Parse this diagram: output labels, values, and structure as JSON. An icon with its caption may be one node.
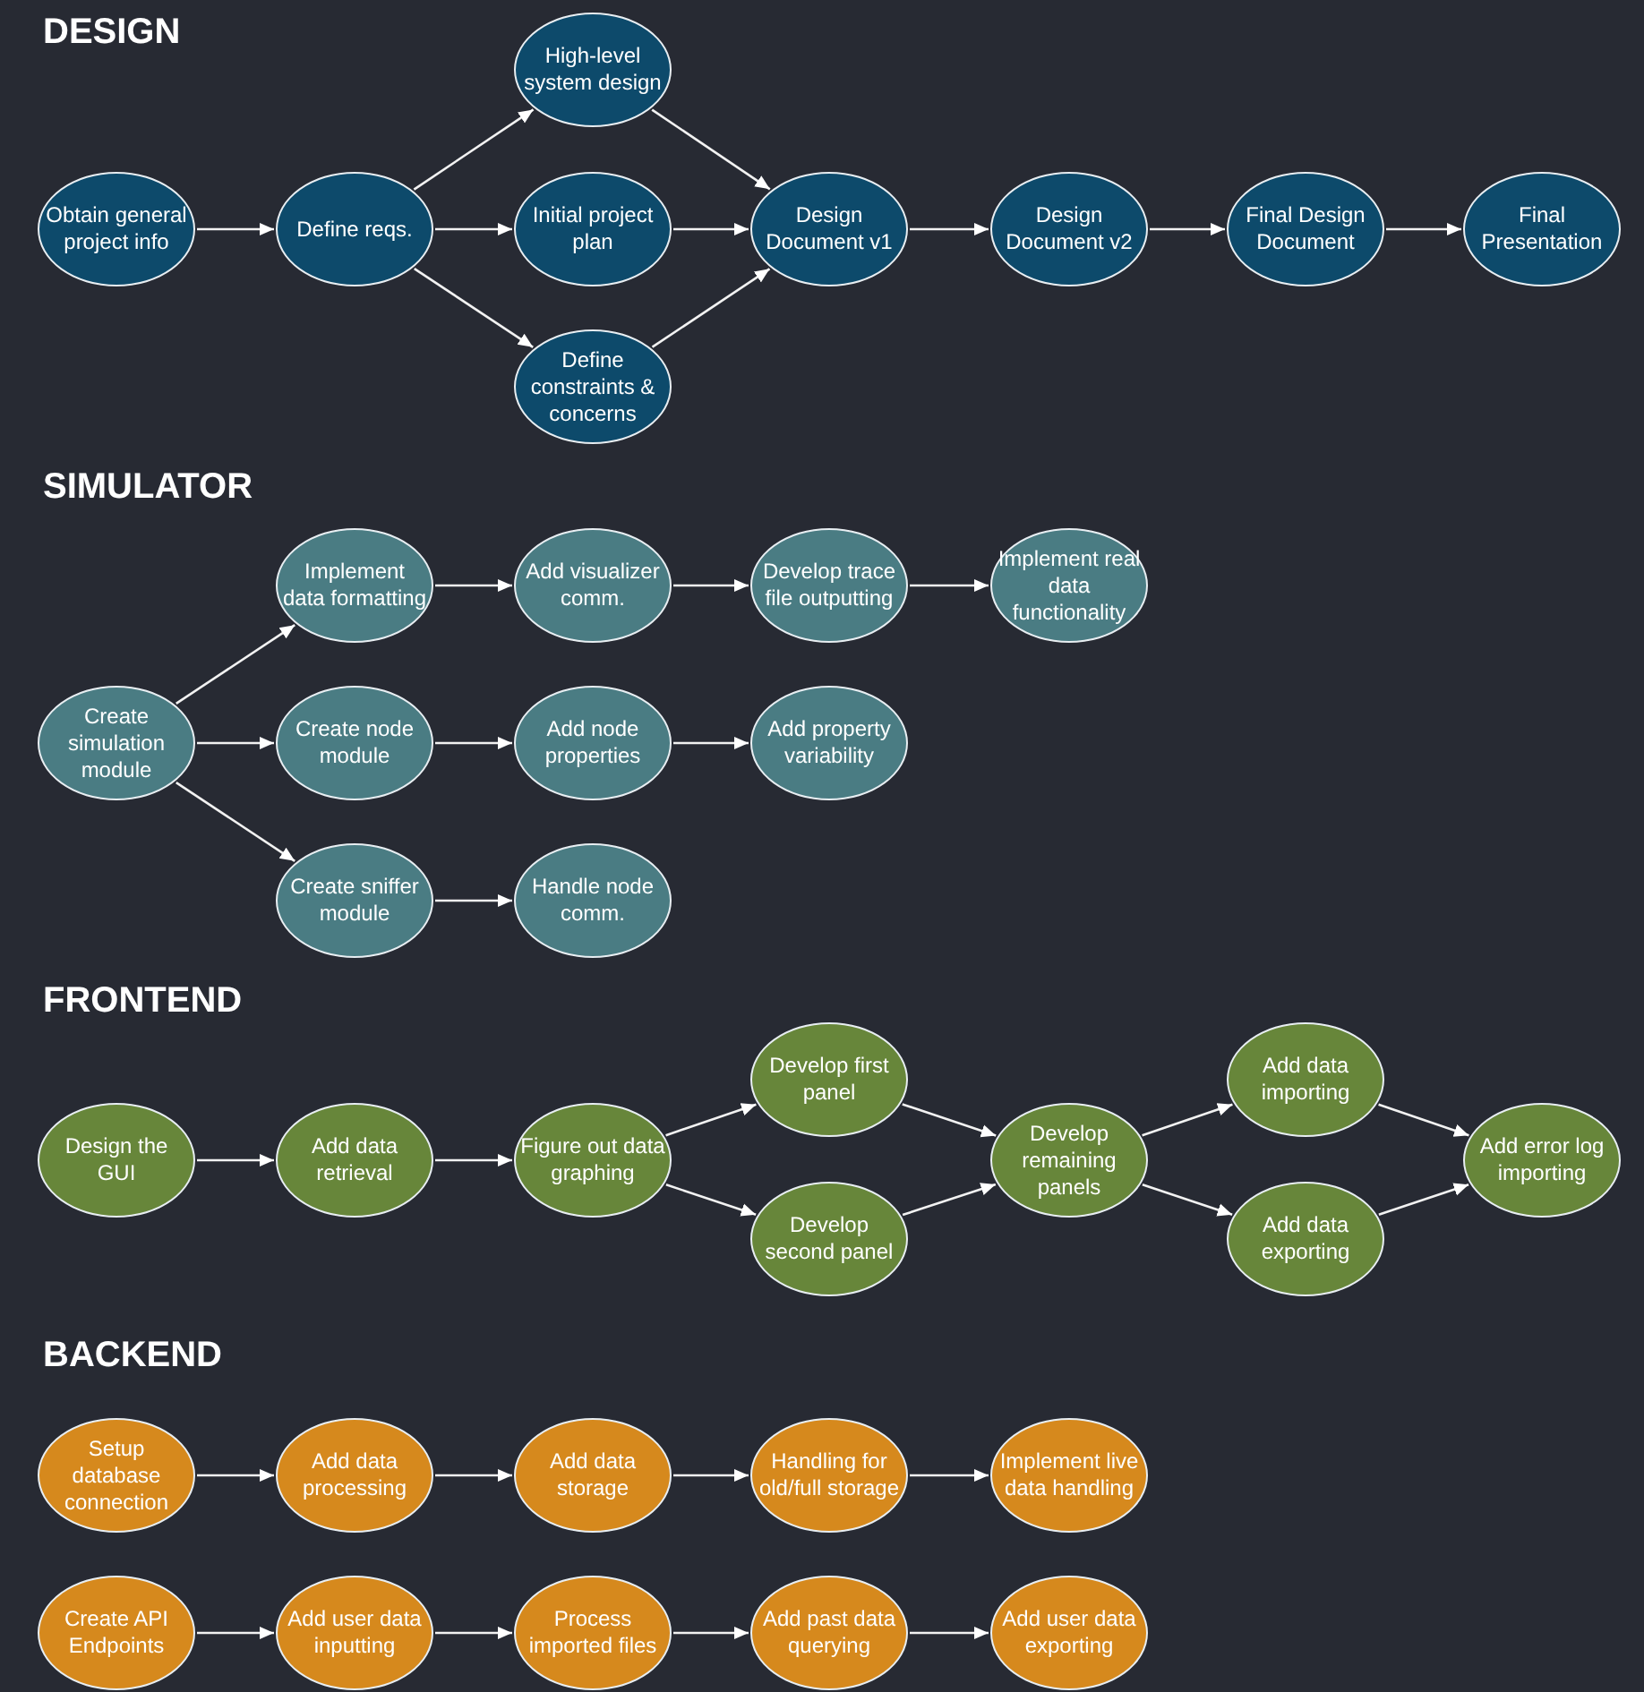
{
  "diagram": {
    "nodes": [
      {
        "text": [
          "Obtain general project info"
        ]
      },
      {
        "text": [
          "Define reqs."
        ]
      },
      {
        "text": [
          "High-level system design"
        ]
      },
      {
        "text": [
          "Initial project plan"
        ]
      },
      {
        "text": [
          "Define constraints & concerns"
        ]
      },
      {
        "text": [
          "Design Document v1"
        ]
      },
      {
        "text": [
          "Design Document v2"
        ]
      },
      {
        "text": [
          "Final Design Document"
        ]
      },
      {
        "text": [
          "Final Presentation"
        ]
      },
      {
        "text": [
          "Create simulation module"
        ]
      },
      {
        "text": [
          "Implement data formatting"
        ]
      },
      {
        "text": [
          "Add visualizer comm."
        ]
      },
      {
        "text": [
          "Develop trace file outputting"
        ]
      },
      {
        "text": [
          "Implement real data functionality"
        ]
      },
      {
        "text": [
          "Create node module"
        ]
      },
      {
        "text": [
          "Add node properties"
        ]
      },
      {
        "text": [
          "Add property variability"
        ]
      },
      {
        "text": [
          "Create sniffer module"
        ]
      },
      {
        "text": [
          "Handle node comm."
        ]
      },
      {
        "text": [
          "Design the GUI"
        ]
      },
      {
        "text": [
          "Add data retrieval"
        ]
      },
      {
        "text": [
          "Figure out data graphing"
        ]
      },
      {
        "text": [
          "Develop first panel"
        ]
      },
      {
        "text": [
          "Develop second panel"
        ]
      },
      {
        "text": [
          "Develop remaining panels"
        ]
      },
      {
        "text": [
          "Add data importing"
        ]
      },
      {
        "text": [
          "Add data exporting"
        ]
      },
      {
        "text": [
          "Add error log importing"
        ]
      },
      {
        "text": [
          "Setup database connection"
        ]
      },
      {
        "text": [
          "Add data processing"
        ]
      },
      {
        "text": [
          "Add data storage"
        ]
      },
      {
        "text": [
          "Handling for old/full storage"
        ]
      },
      {
        "text": [
          "Implement live data handling"
        ]
      },
      {
        "text": [
          "Create API Endpoints"
        ]
      },
      {
        "text": [
          "Add user data inputting"
        ]
      },
      {
        "text": [
          "Process imported files"
        ]
      },
      {
        "text": [
          "Add past data querying"
        ]
      },
      {
        "text": [
          "Add user data exporting"
        ]
      }
    ],
    "edges": [
      {
        "from": 0,
        "to": 1,
        "arrow": "to"
      },
      {
        "from": 1,
        "to": 2,
        "arrow": "to"
      },
      {
        "from": 1,
        "to": 3,
        "arrow": "to"
      },
      {
        "from": 1,
        "to": 4,
        "arrow": "to"
      },
      {
        "from": 2,
        "to": 5,
        "arrow": "to"
      },
      {
        "from": 3,
        "to": 5,
        "arrow": "to"
      },
      {
        "from": 4,
        "to": 5,
        "arrow": "to"
      },
      {
        "from": 5,
        "to": 6,
        "arrow": "to"
      },
      {
        "from": 6,
        "to": 7,
        "arrow": "to"
      },
      {
        "from": 7,
        "to": 8,
        "arrow": "to"
      },
      {
        "from": 9,
        "to": 10,
        "arrow": "to"
      },
      {
        "from": 9,
        "to": 14,
        "arrow": "to"
      },
      {
        "from": 9,
        "to": 17,
        "arrow": "to"
      },
      {
        "from": 10,
        "to": 11,
        "arrow": "to"
      },
      {
        "from": 11,
        "to": 12,
        "arrow": "to"
      },
      {
        "from": 12,
        "to": 13,
        "arrow": "to"
      },
      {
        "from": 14,
        "to": 15,
        "arrow": "to"
      },
      {
        "from": 15,
        "to": 16,
        "arrow": "to"
      },
      {
        "from": 17,
        "to": 18,
        "arrow": "to"
      },
      {
        "from": 19,
        "to": 20,
        "arrow": "to"
      },
      {
        "from": 20,
        "to": 21,
        "arrow": "to"
      },
      {
        "from": 21,
        "to": 22,
        "arrow": "to"
      },
      {
        "from": 21,
        "to": 23,
        "arrow": "to"
      },
      {
        "from": 22,
        "to": 24,
        "arrow": "to"
      },
      {
        "from": 23,
        "to": 24,
        "arrow": "to"
      },
      {
        "from": 24,
        "to": 25,
        "arrow": "to"
      },
      {
        "from": 24,
        "to": 26,
        "arrow": "to"
      },
      {
        "from": 25,
        "to": 27,
        "arrow": "to"
      },
      {
        "from": 26,
        "to": 27,
        "arrow": "to"
      },
      {
        "from": 28,
        "to": 29,
        "arrow": "to"
      },
      {
        "from": 29,
        "to": 30,
        "arrow": "to"
      },
      {
        "from": 30,
        "to": 31,
        "arrow": "to"
      },
      {
        "from": 31,
        "to": 32,
        "arrow": "to"
      },
      {
        "from": 33,
        "to": 34,
        "arrow": "to"
      },
      {
        "from": 34,
        "to": 35,
        "arrow": "to"
      },
      {
        "from": 35,
        "to": 36,
        "arrow": "to"
      },
      {
        "from": 36,
        "to": 37,
        "arrow": "to"
      }
    ],
    "labels": [
      "DESIGN",
      "SIMULATOR",
      "FRONTEND",
      "BACKEND"
    ]
  }
}
